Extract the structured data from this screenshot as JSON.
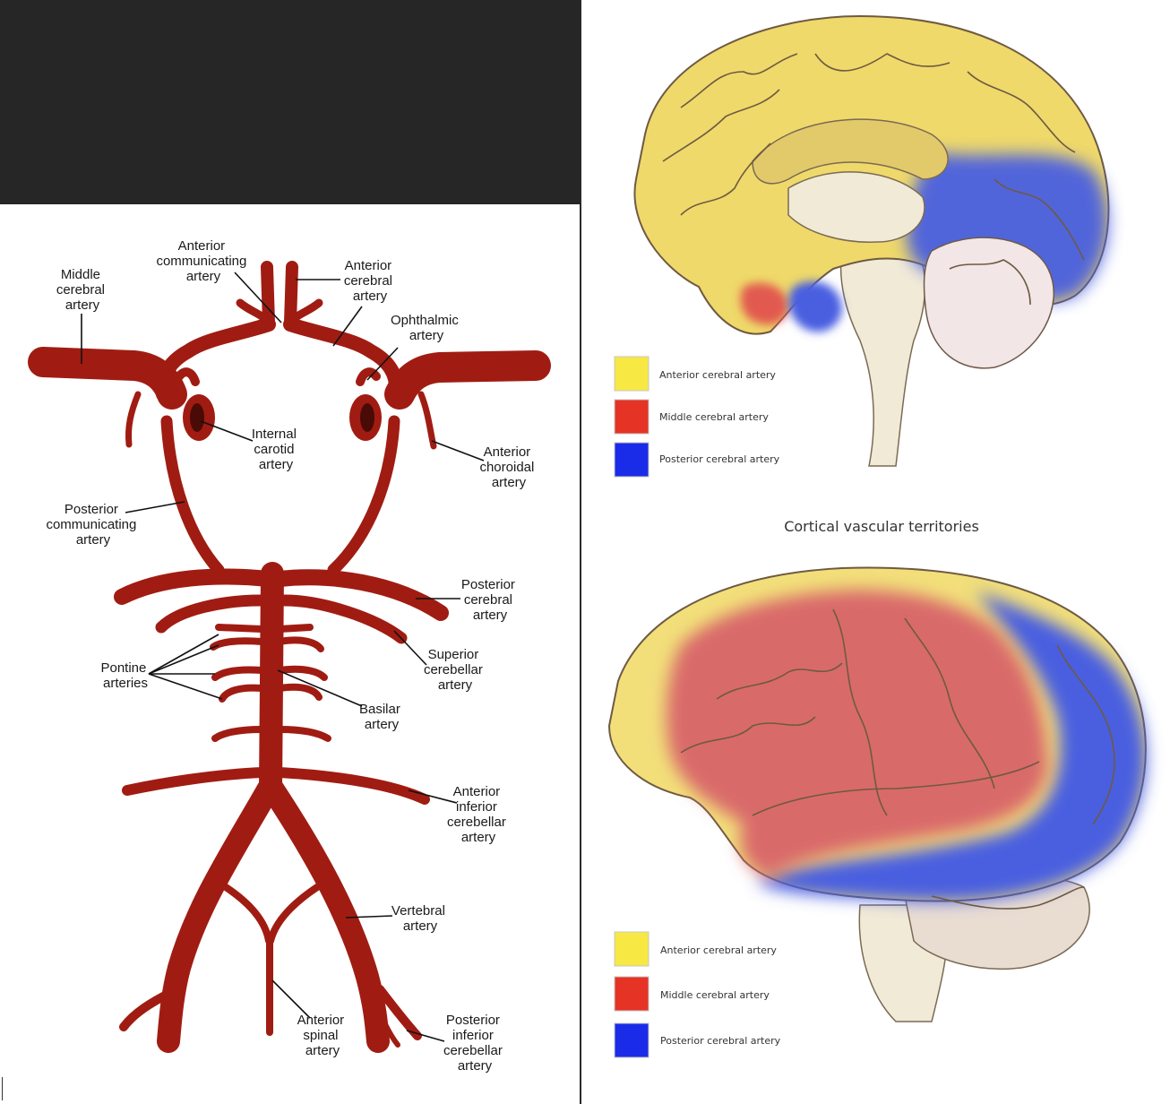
{
  "circle_of_willis": {
    "labels": [
      {
        "id": "mca",
        "lines": [
          "Middle",
          "cerebral",
          "artery"
        ]
      },
      {
        "id": "acom",
        "lines": [
          "Anterior",
          "communicating",
          "artery"
        ]
      },
      {
        "id": "aca",
        "lines": [
          "Anterior",
          "cerebral",
          "artery"
        ]
      },
      {
        "id": "ophth",
        "lines": [
          "Ophthalmic",
          "artery"
        ]
      },
      {
        "id": "ica",
        "lines": [
          "Internal",
          "carotid",
          "artery"
        ]
      },
      {
        "id": "ach",
        "lines": [
          "Anterior",
          "choroidal",
          "artery"
        ]
      },
      {
        "id": "pcom",
        "lines": [
          "Posterior",
          "communicating",
          "artery"
        ]
      },
      {
        "id": "pca",
        "lines": [
          "Posterior",
          "cerebral",
          "artery"
        ]
      },
      {
        "id": "pontine",
        "lines": [
          "Pontine",
          "arteries"
        ]
      },
      {
        "id": "sca",
        "lines": [
          "Superior",
          "cerebellar",
          "artery"
        ]
      },
      {
        "id": "basilar",
        "lines": [
          "Basilar",
          "artery"
        ]
      },
      {
        "id": "aica",
        "lines": [
          "Anterior",
          "inferior",
          "cerebellar",
          "artery"
        ]
      },
      {
        "id": "vert",
        "lines": [
          "Vertebral",
          "artery"
        ]
      },
      {
        "id": "asa",
        "lines": [
          "Anterior",
          "spinal",
          "artery"
        ]
      },
      {
        "id": "pica",
        "lines": [
          "Posterior",
          "inferior",
          "cerebellar",
          "artery"
        ]
      }
    ]
  },
  "territories": {
    "title": "Cortical vascular territories",
    "legend_medial": [
      {
        "label": "Anterior cerebral artery",
        "color": "#f7e843"
      },
      {
        "label": "Middle cerebral artery",
        "color": "#e53326"
      },
      {
        "label": "Posterior cerebral artery",
        "color": "#1a2ce8"
      }
    ],
    "legend_lateral": [
      {
        "label": "Anterior cerebral artery",
        "color": "#f7e843"
      },
      {
        "label": "Middle cerebral artery",
        "color": "#e53326"
      },
      {
        "label": "Posterior cerebral artery",
        "color": "#1a2ce8"
      }
    ]
  },
  "colors": {
    "artery": "#a01c12",
    "aca_zone": "#efd96a",
    "mca_zone": "#d96a6a",
    "pca_zone": "#4a5fe0",
    "brainstem": "#f1ead6"
  }
}
